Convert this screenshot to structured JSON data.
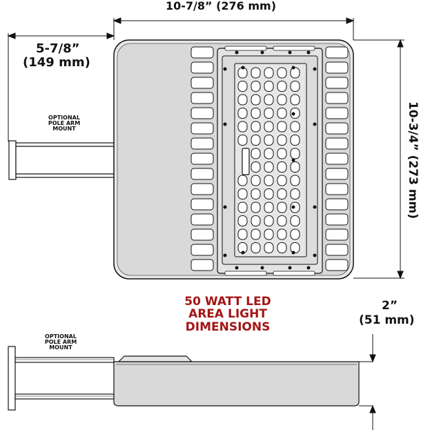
{
  "dimensions": {
    "width_top": "10-7/8” (276 mm)",
    "arm_length_line1": "5-7/8”",
    "arm_length_line2": "(149 mm)",
    "height_side": "10-3/4” (273 mm)",
    "depth_line1": "2”",
    "depth_line2": "(51 mm)"
  },
  "captions": {
    "pole_mount_top": [
      "OPTIONAL",
      "POLE ARM",
      "MOUNT"
    ],
    "pole_mount_side": [
      "OPTIONAL",
      "POLE ARM",
      "MOUNT"
    ]
  },
  "title": [
    "50 WATT LED",
    "AREA LIGHT",
    "DIMENSIONS"
  ],
  "colors": {
    "title": "#a31515",
    "line": "#111111",
    "fixture_gray": "#d9d9d9"
  }
}
